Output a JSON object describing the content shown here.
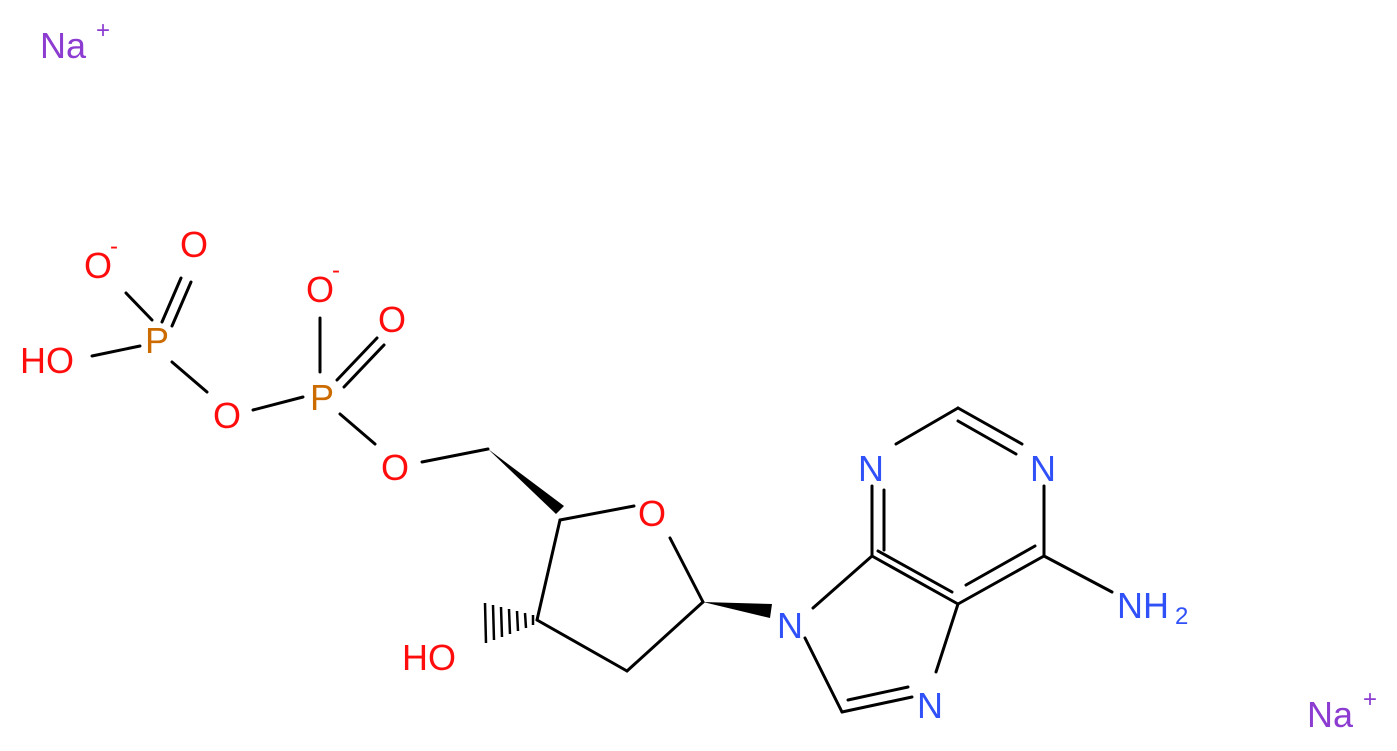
{
  "colors": {
    "sodium": "#8c3cd0",
    "oxygen": "#ff0d0d",
    "phosphorus": "#cc6b00",
    "nitrogen": "#3050f8",
    "bond": "#000000"
  },
  "ions": {
    "na1": {
      "symbol": "Na",
      "charge": "+"
    },
    "na2": {
      "symbol": "Na",
      "charge": "+"
    }
  },
  "atoms": {
    "o_minus_1": {
      "symbol": "O",
      "charge": "-"
    },
    "o_double_1": {
      "symbol": "O"
    },
    "ho_left": {
      "symbol": "HO"
    },
    "p1": {
      "symbol": "P"
    },
    "o_bridge": {
      "symbol": "O"
    },
    "o_minus_2": {
      "symbol": "O",
      "charge": "-"
    },
    "o_double_2": {
      "symbol": "O"
    },
    "p2": {
      "symbol": "P"
    },
    "o_ester": {
      "symbol": "O"
    },
    "o_ring": {
      "symbol": "O"
    },
    "ho_sugar": {
      "symbol": "HO"
    },
    "n9": {
      "symbol": "N"
    },
    "n3": {
      "symbol": "N"
    },
    "n1": {
      "symbol": "N"
    },
    "n7": {
      "symbol": "N"
    },
    "nh2": {
      "symbol": "NH",
      "subscript": "2"
    }
  }
}
